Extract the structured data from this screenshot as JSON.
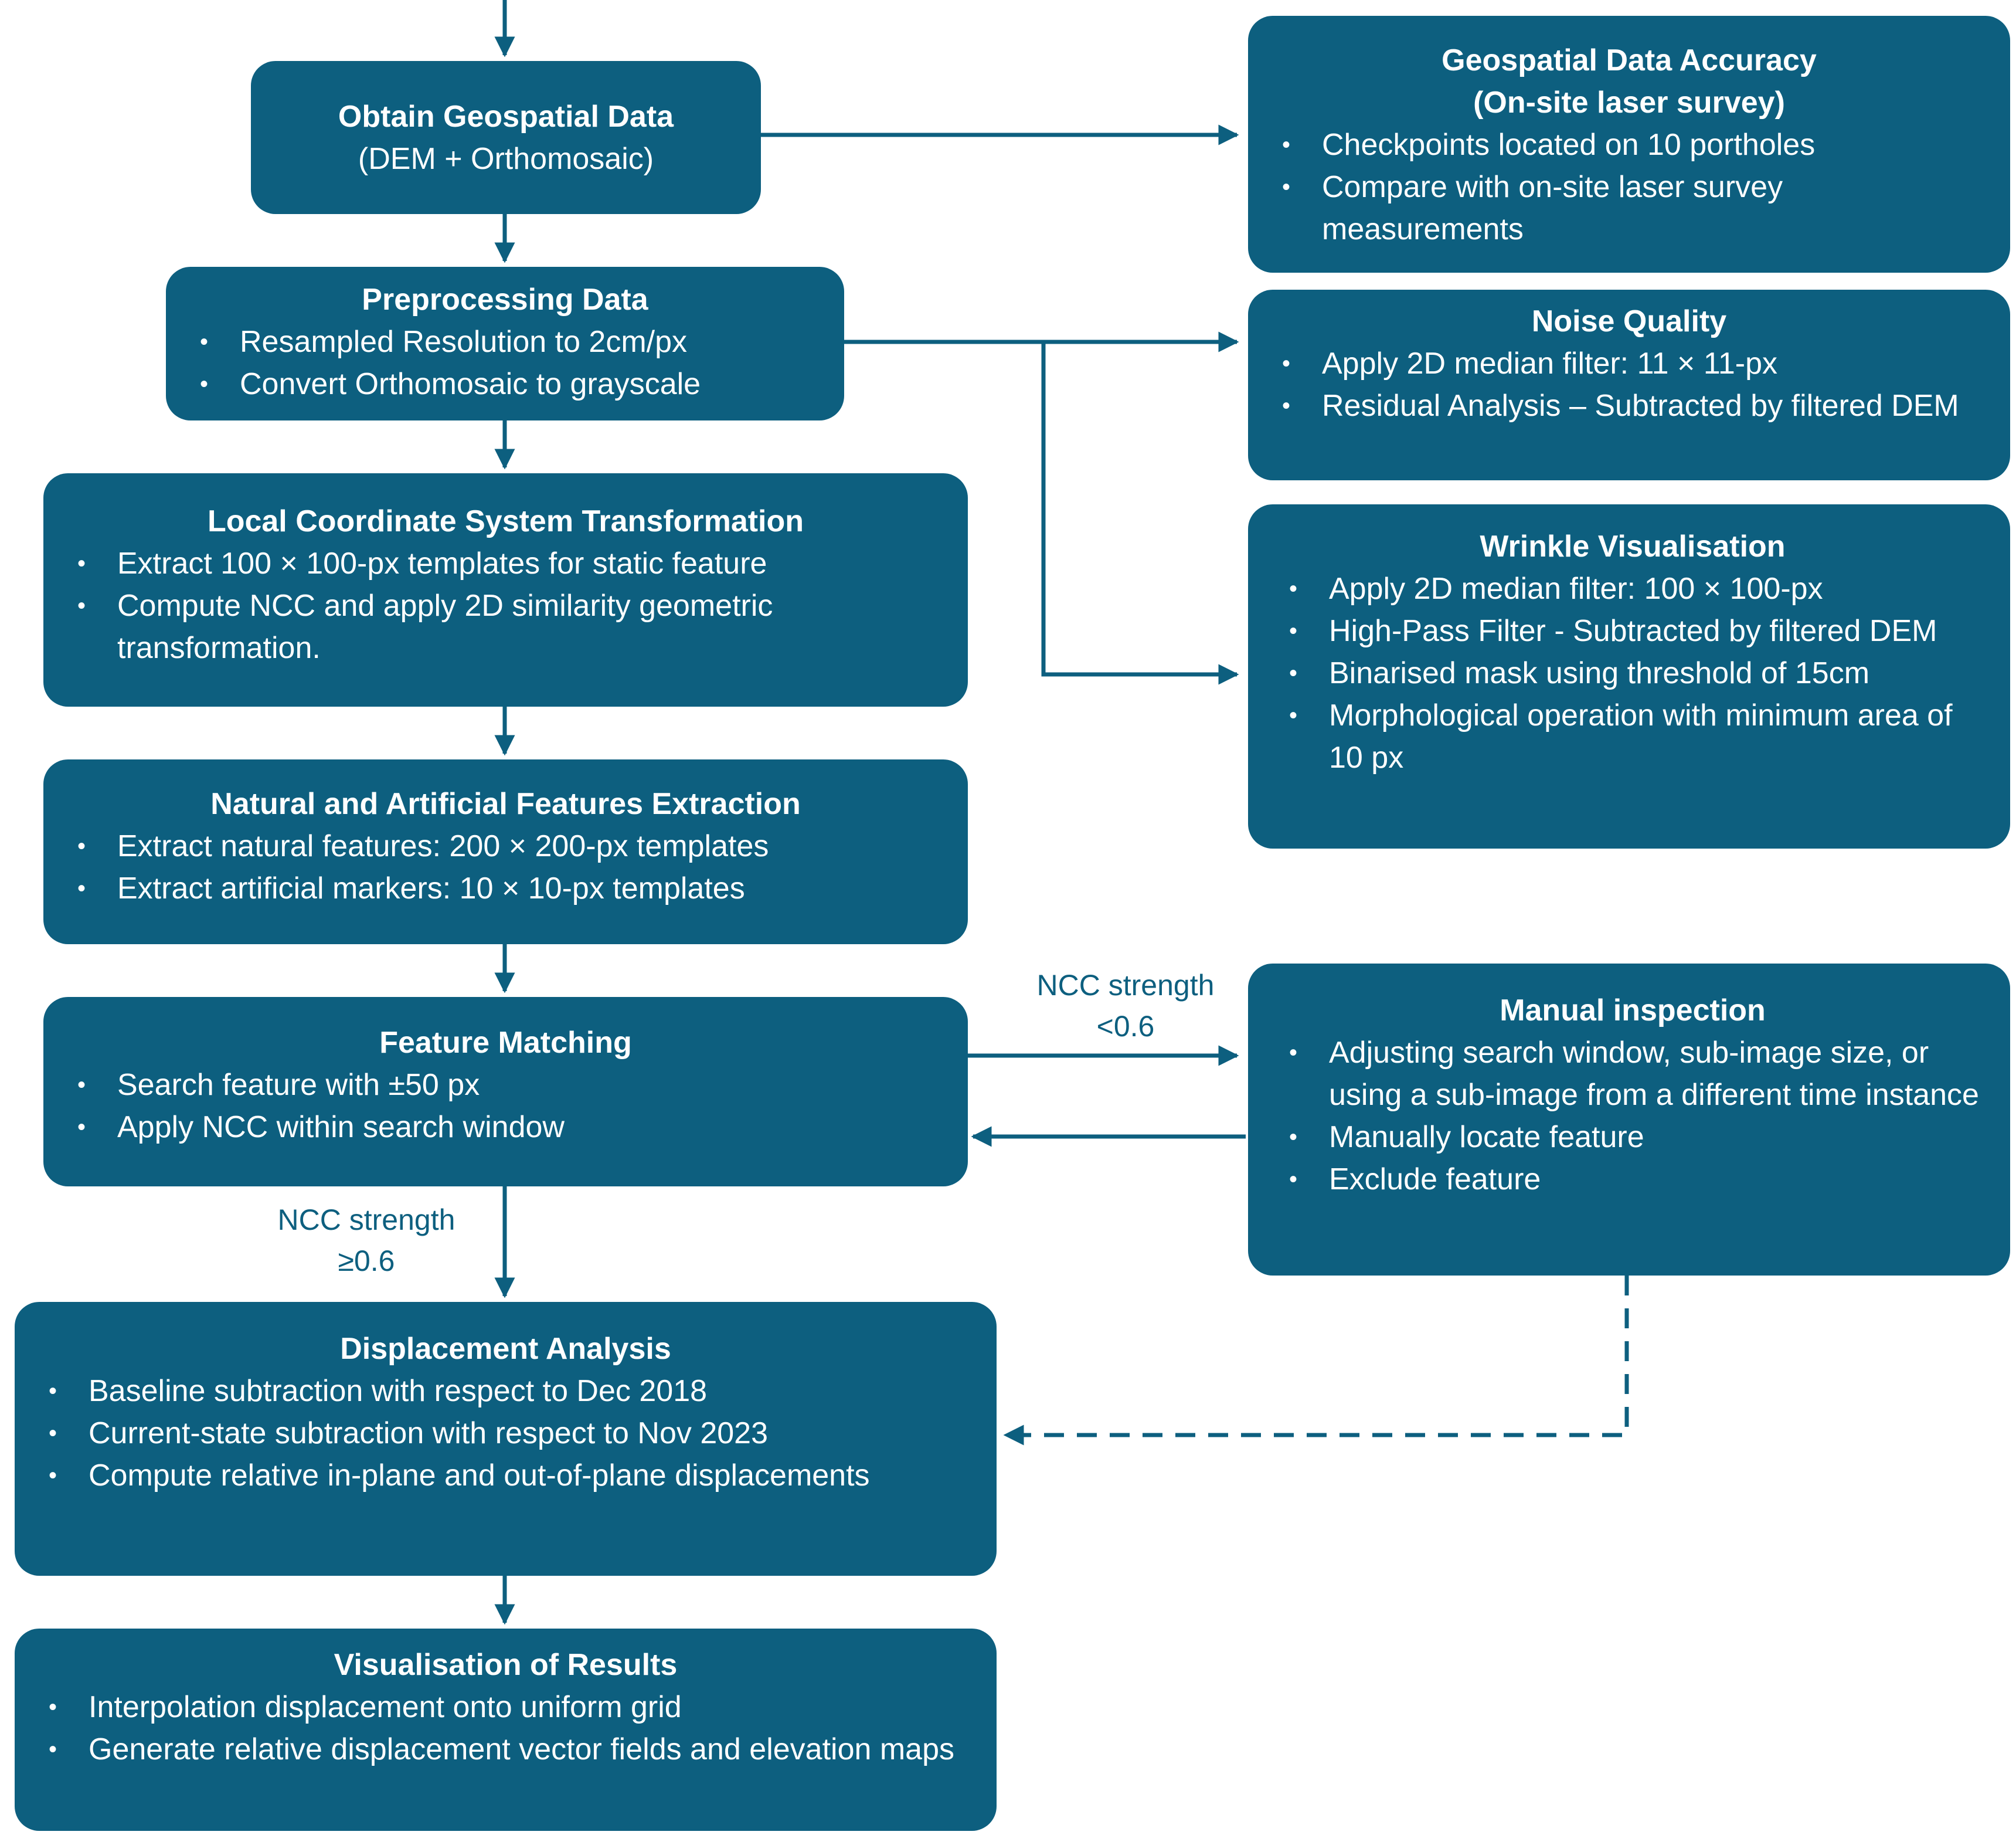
{
  "colors": {
    "box_fill": "#0d5f7f",
    "box_text": "#ffffff",
    "connector": "#0d5f7f",
    "background": "#ffffff"
  },
  "nodes": {
    "obtain": {
      "title": "Obtain Geospatial Data",
      "subtitle": "(DEM + Orthomosaic)"
    },
    "preprocessing": {
      "title": "Preprocessing Data",
      "bullets": [
        "Resampled Resolution to 2cm/px",
        "Convert Orthomosaic to grayscale"
      ]
    },
    "local_coord": {
      "title": "Local Coordinate System Transformation",
      "bullets": [
        "Extract 100 × 100-px templates for static feature",
        "Compute NCC and apply 2D similarity geometric transformation."
      ]
    },
    "features_extraction": {
      "title": "Natural and Artificial Features Extraction",
      "bullets": [
        "Extract natural features: 200 × 200-px templates",
        "Extract artificial markers: 10 × 10-px templates"
      ]
    },
    "feature_matching": {
      "title": "Feature Matching",
      "bullets": [
        "Search feature with ±50 px",
        "Apply NCC within search window"
      ]
    },
    "displacement": {
      "title": "Displacement Analysis",
      "bullets": [
        "Baseline subtraction with respect to Dec 2018",
        "Current-state subtraction with respect to Nov 2023",
        "Compute relative in-plane and out-of-plane displacements"
      ]
    },
    "visualisation": {
      "title": "Visualisation of Results",
      "bullets": [
        "Interpolation displacement onto uniform grid",
        "Generate relative displacement vector fields and elevation maps"
      ]
    },
    "accuracy": {
      "title_line1": "Geospatial Data Accuracy",
      "title_line2": "(On-site laser survey)",
      "bullets": [
        "Checkpoints located on 10 portholes",
        "Compare with on-site laser survey measurements"
      ]
    },
    "noise": {
      "title": "Noise Quality",
      "bullets": [
        "Apply 2D median filter: 11 × 11-px",
        "Residual Analysis – Subtracted by filtered DEM"
      ]
    },
    "wrinkle": {
      "title": "Wrinkle Visualisation",
      "bullets": [
        "Apply 2D median filter: 100 × 100-px",
        "High-Pass Filter -   Subtracted by filtered DEM",
        "Binarised mask  using threshold of 15cm",
        "Morphological operation with minimum area of 10 px"
      ]
    },
    "manual": {
      "title": "Manual inspection",
      "bullets": [
        "Adjusting  search window, sub-image size, or using a sub-image from a different time instance",
        "Manually locate feature",
        "Exclude feature"
      ]
    }
  },
  "edge_labels": {
    "to_manual": {
      "line1": "NCC strength",
      "line2": "<0.6"
    },
    "to_displacement": {
      "line1": "NCC strength",
      "line2": "≥0.6"
    }
  }
}
